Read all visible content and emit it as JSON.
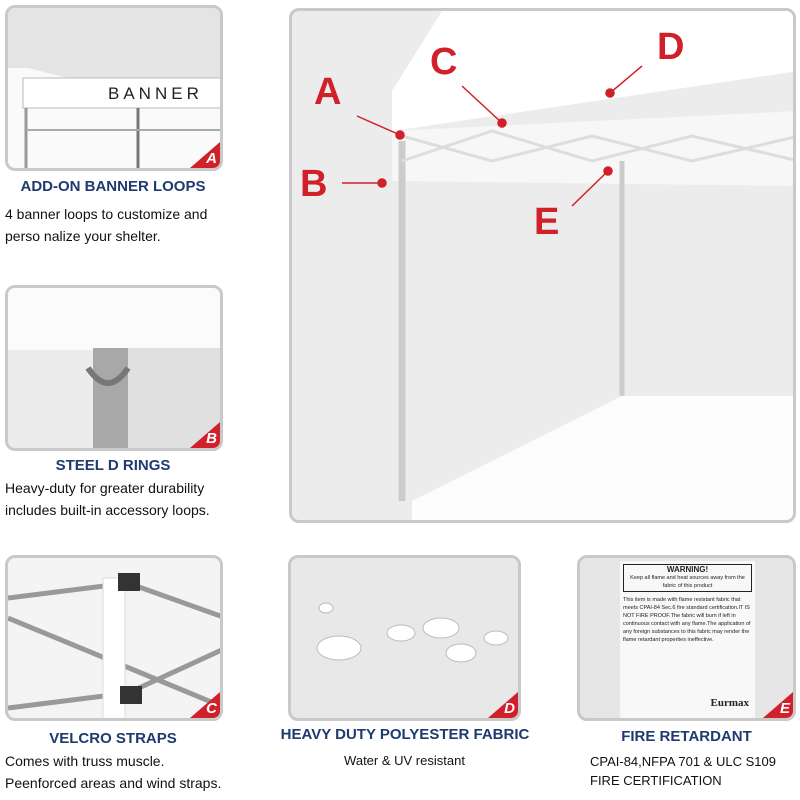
{
  "colors": {
    "accent": "#d0202a",
    "title": "#1e3a6e"
  },
  "main_image": {
    "callouts": [
      "A",
      "B",
      "C",
      "D",
      "E"
    ]
  },
  "features": [
    {
      "letter": "A",
      "image_text": "BANNER",
      "title": "ADD-ON BANNER LOOPS",
      "desc": [
        "4 banner loops to customize and",
        "perso nalize your shelter."
      ]
    },
    {
      "letter": "B",
      "title": "STEEL D RINGS",
      "desc": [
        "Heavy-duty for greater durability",
        "includes built-in accessory loops."
      ]
    },
    {
      "letter": "C",
      "title": "VELCRO STRAPS",
      "desc": [
        "Comes with truss muscle.",
        "Peenforced areas and wind straps."
      ]
    },
    {
      "letter": "D",
      "title": "HEAVY DUTY POLYESTER FABRIC",
      "desc": [
        "Water & UV resistant"
      ]
    },
    {
      "letter": "E",
      "title": "FIRE RETARDANT",
      "desc": [
        "CPAI-84,NFPA 701 & ULC S109",
        "FIRE CERTIFICATION"
      ],
      "label": {
        "heading": "WARNING!",
        "warning": "Keep all flame and heat sources away from the fabric of this product",
        "body": "This item is made with flame resistant fabric that meets CPAI-84 Sec.6 fire standard certification.IT IS NOT FIRE PROOF.The fabric will burn if left in continuous contact with any flame.The application of any foreign substances to this fabric may render the flame retardant properties ineffective.",
        "brand": "Eurmax"
      }
    }
  ]
}
